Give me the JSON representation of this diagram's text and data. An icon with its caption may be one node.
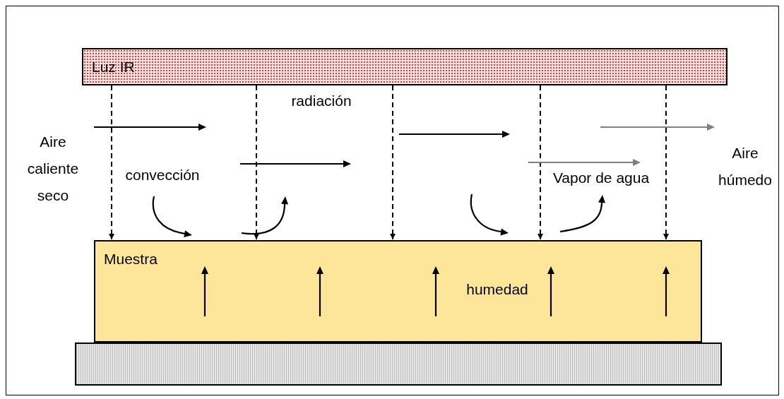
{
  "diagram": {
    "nodes": [
      {
        "text": [
          "Luz IR"
        ]
      },
      {
        "text": [
          "Muestra"
        ]
      },
      {
        "text": [],
        "shape": "box"
      }
    ],
    "edges": [
      {
        "from": 0,
        "to": 1,
        "arrow": "to",
        "style": "dashed"
      },
      {
        "from": 0,
        "to": 1,
        "arrow": "to",
        "style": "dashed"
      },
      {
        "from": 0,
        "to": 1,
        "arrow": "to",
        "style": "dashed"
      },
      {
        "from": 0,
        "to": 1,
        "arrow": "to",
        "style": "dashed"
      },
      {
        "from": 0,
        "to": 1,
        "arrow": "to",
        "style": "dashed"
      }
    ],
    "labels": [
      "radiación",
      "Aire caliente seco",
      "convección",
      "Vapor de agua",
      "Aire húmedo",
      "humedad"
    ]
  }
}
